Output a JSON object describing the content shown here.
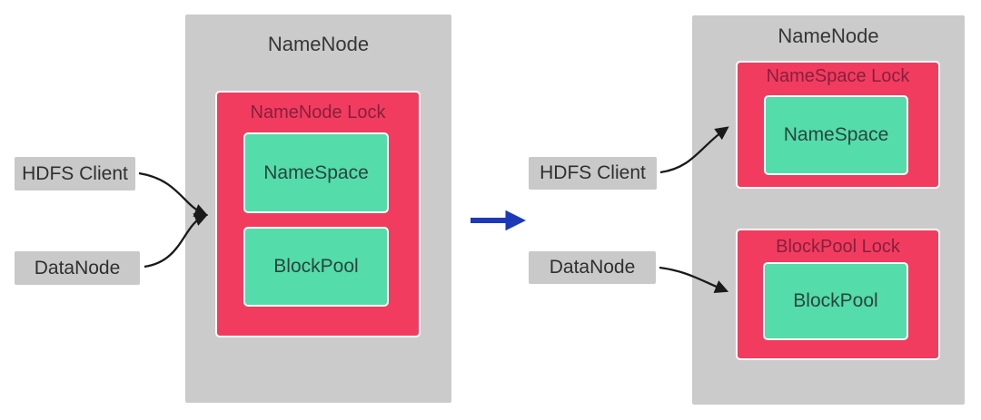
{
  "colors": {
    "container_bg": "#cbcbcb",
    "actor_label_bg": "#c9c9c9",
    "lock_bg": "#f23c5f",
    "lock_text": "#86203c",
    "resource_bg": "#54dcab",
    "resource_text": "#2a443c",
    "title_text": "#363636",
    "arrow_black": "#1a1a1a",
    "arrow_blue": "#1c3ab8"
  },
  "before": {
    "title": "NameNode",
    "lock_label": "NameNode Lock",
    "resources": [
      "NameSpace",
      "BlockPool"
    ],
    "actors": [
      "HDFS Client",
      "DataNode"
    ]
  },
  "after": {
    "title": "NameNode",
    "locks": [
      {
        "label": "NameSpace Lock",
        "resource": "NameSpace"
      },
      {
        "label": "BlockPool Lock",
        "resource": "BlockPool"
      }
    ],
    "actors": [
      "HDFS Client",
      "DataNode"
    ]
  }
}
